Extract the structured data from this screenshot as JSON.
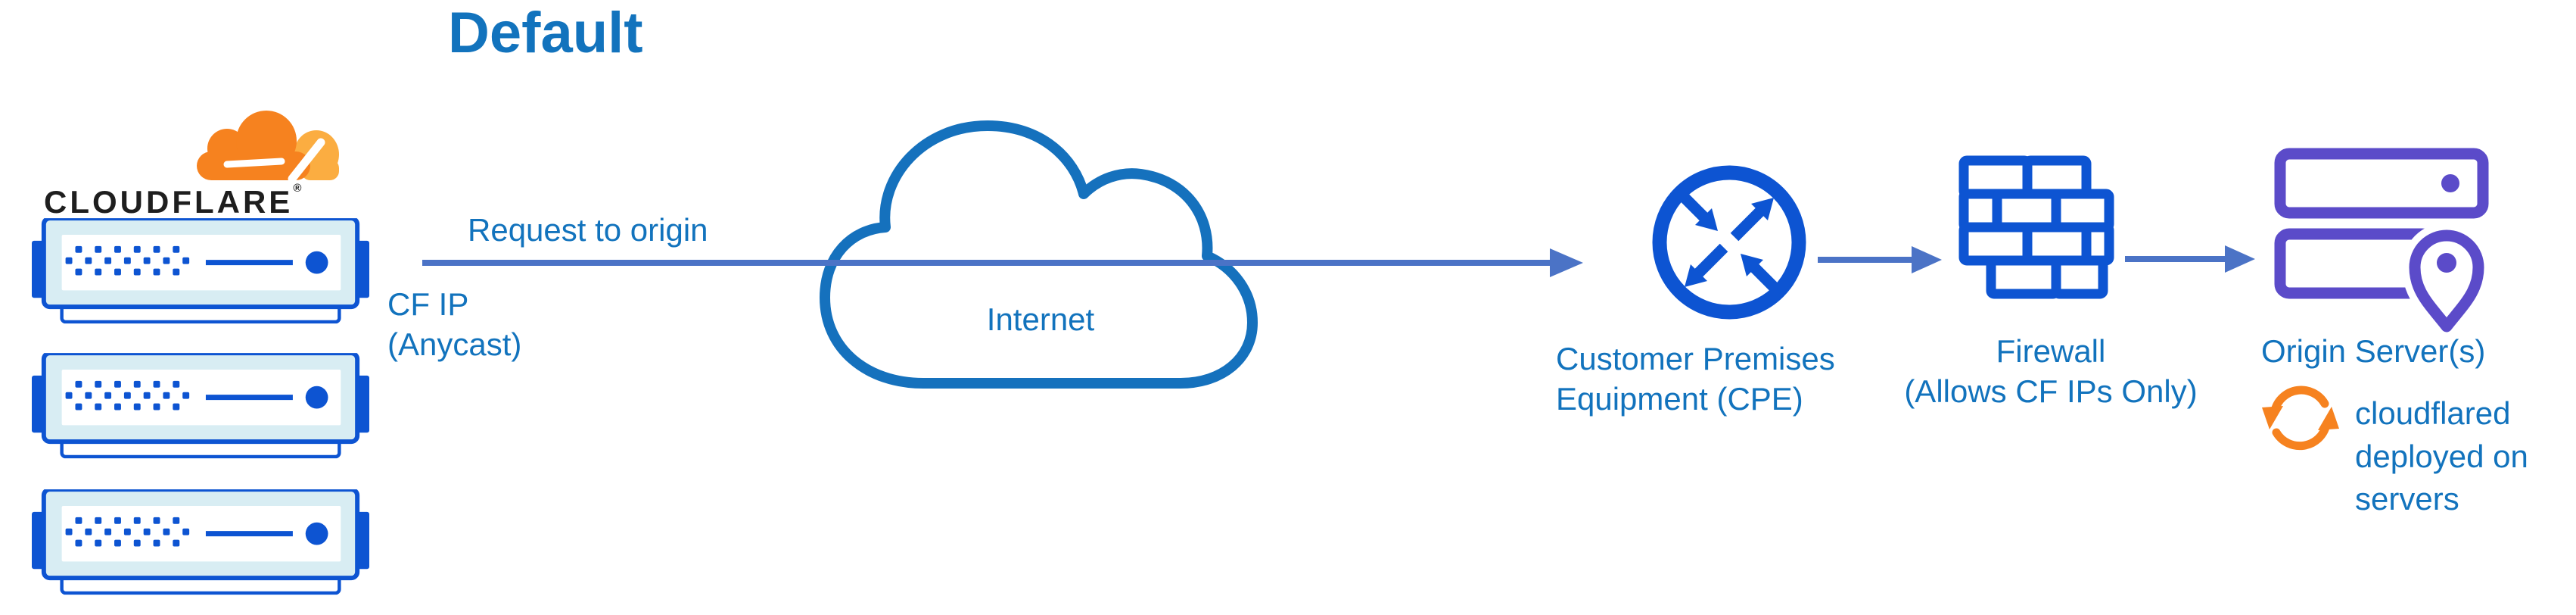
{
  "title": "Default",
  "cloudflare": {
    "wordmark": "CLOUDFLARE",
    "registered": "®"
  },
  "labels": {
    "request": "Request to origin",
    "cf_ip_line1": "CF IP",
    "cf_ip_line2": "(Anycast)",
    "internet": "Internet",
    "cpe_line1": "Customer Premises",
    "cpe_line2": "Equipment (CPE)",
    "firewall_line1": "Firewall",
    "firewall_line2": "(Allows CF IPs Only)",
    "origin": "Origin Server(s)",
    "cloudflared": "cloudflared deployed on servers"
  },
  "icons": {
    "cloudflare_logo": "cloudflare-logo-icon",
    "edge_servers": "cloudflare-server-icon",
    "internet": "internet-cloud-icon",
    "cpe": "router-cpe-icon",
    "firewall": "firewall-brick-icon",
    "origin_servers": "origin-server-pin-icon",
    "cloudflared": "sync-arrows-icon",
    "flow_arrows": "right-arrow"
  },
  "colors": {
    "icon_blue": "#0d54d2",
    "cloud_blue": "#1571bd",
    "text_blue": "#1273bd",
    "arrow_blue": "#4b73c6",
    "purple": "#5b4bc9",
    "orange": "#f6821f",
    "orange_light": "#fbad41",
    "wordmark_black": "#1e1e1e",
    "server_panel": "#d8edf3"
  }
}
